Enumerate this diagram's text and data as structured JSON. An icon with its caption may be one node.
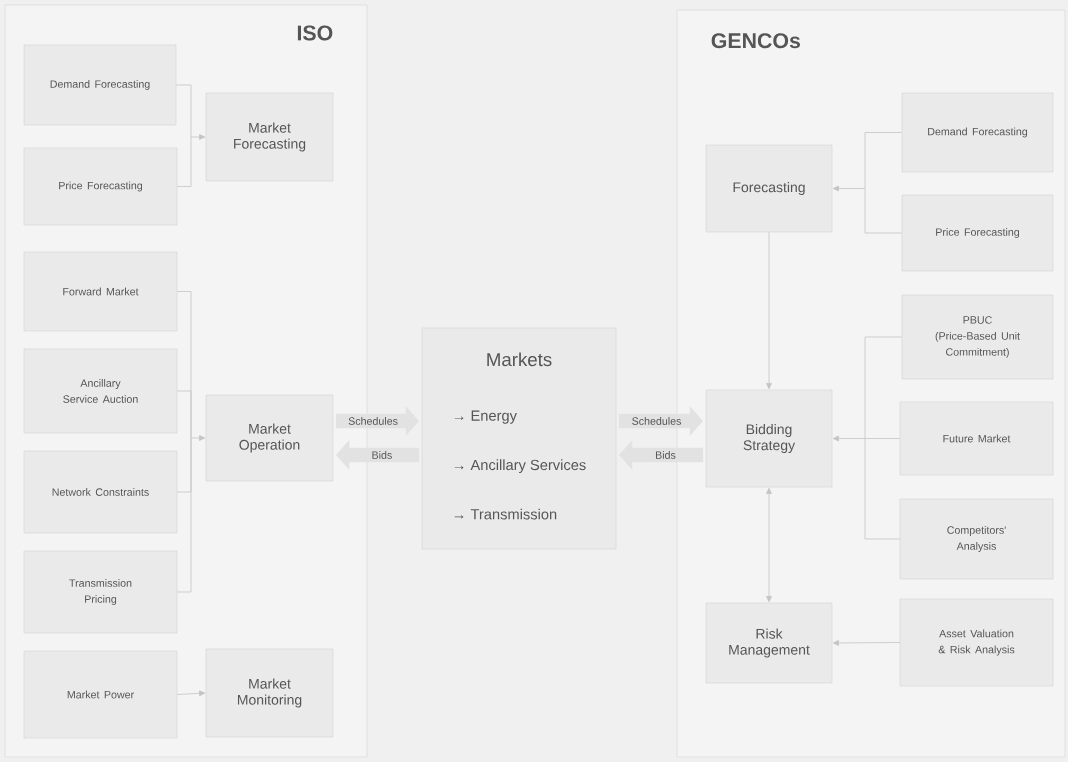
{
  "diagram": {
    "nodes": [
      {
        "text": [
          "ISO"
        ]
      },
      {
        "text": [
          "Demand Forecasting"
        ],
        "in": 0
      },
      {
        "text": [
          "Price Forecasting"
        ],
        "in": 0
      },
      {
        "text": [
          "Market Forecasting"
        ],
        "in": 0
      },
      {
        "text": [
          "Forward Market"
        ],
        "in": 0
      },
      {
        "text": [
          "Ancillary Service Auction"
        ],
        "in": 0
      },
      {
        "text": [
          "Network Constraints"
        ],
        "in": 0
      },
      {
        "text": [
          "Transmission Pricing"
        ],
        "in": 0
      },
      {
        "text": [
          "Market Operation"
        ],
        "in": 0
      },
      {
        "text": [
          "Market Power"
        ],
        "in": 0
      },
      {
        "text": [
          "Market Monitoring"
        ],
        "in": 0
      },
      {
        "text": [
          "Markets",
          "→ Energy",
          "→ Ancillary Services",
          "→ Transmission"
        ]
      },
      {
        "text": [
          "GENCOs"
        ]
      },
      {
        "text": [
          "Forecasting"
        ],
        "in": 12
      },
      {
        "text": [
          "Demand Forecasting"
        ],
        "in": 12
      },
      {
        "text": [
          "Price Forecasting"
        ],
        "in": 12
      },
      {
        "text": [
          "Bidding Strategy"
        ],
        "in": 12
      },
      {
        "text": [
          "PBUC",
          "(Price-Based Unit Commitment)"
        ],
        "in": 12
      },
      {
        "text": [
          "Future Market"
        ],
        "in": 12
      },
      {
        "text": [
          "Competitors' Analysis"
        ],
        "in": 12
      },
      {
        "text": [
          "Risk Management"
        ],
        "in": 12
      },
      {
        "text": [
          "Asset Valuation & Risk Analysis"
        ],
        "in": 12
      }
    ],
    "edges": [
      {
        "from": 1,
        "to": 3,
        "arrow": "to"
      },
      {
        "from": 2,
        "to": 3,
        "arrow": "to"
      },
      {
        "from": 4,
        "to": 8,
        "arrow": "to"
      },
      {
        "from": 5,
        "to": 8,
        "arrow": "to"
      },
      {
        "from": 6,
        "to": 8,
        "arrow": "to"
      },
      {
        "from": 7,
        "to": 8,
        "arrow": "to"
      },
      {
        "from": 9,
        "to": 10,
        "arrow": "to"
      },
      {
        "from": 8,
        "to": 11,
        "arrow": "to",
        "label": "Schedules",
        "style": "thick"
      },
      {
        "from": 11,
        "to": 8,
        "arrow": "to",
        "label": "Bids",
        "style": "thick"
      },
      {
        "from": 11,
        "to": 16,
        "arrow": "to",
        "label": "Schedules",
        "style": "thick"
      },
      {
        "from": 16,
        "to": 11,
        "arrow": "to",
        "label": "Bids",
        "style": "thick"
      },
      {
        "from": 14,
        "to": 13,
        "arrow": "to"
      },
      {
        "from": 15,
        "to": 13,
        "arrow": "to"
      },
      {
        "from": 13,
        "to": 16,
        "arrow": "to"
      },
      {
        "from": 17,
        "to": 16,
        "arrow": "to"
      },
      {
        "from": 18,
        "to": 16,
        "arrow": "to"
      },
      {
        "from": 19,
        "to": 16,
        "arrow": "to"
      },
      {
        "from": 16,
        "to": 20,
        "arrow": "both"
      },
      {
        "from": 21,
        "to": 20,
        "arrow": "to"
      }
    ]
  }
}
